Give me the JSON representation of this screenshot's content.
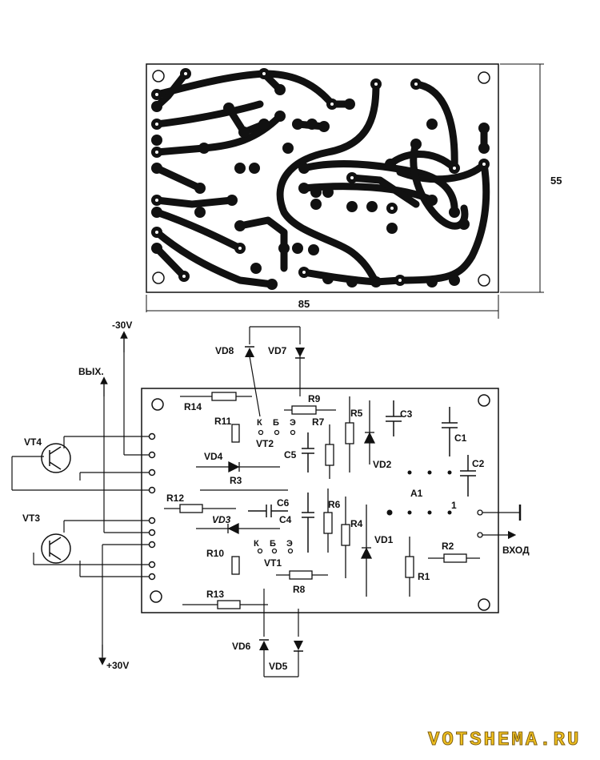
{
  "dimensions": {
    "width_label": "85",
    "height_label": "55"
  },
  "power": {
    "minus": "-30V",
    "plus": "+30V"
  },
  "io": {
    "output": "ВЫХ.",
    "input": "ВХОД"
  },
  "transistors": {
    "vt1": {
      "label": "VT1",
      "pins": [
        "К",
        "Б",
        "Э"
      ]
    },
    "vt2": {
      "label": "VT2",
      "pins": [
        "К",
        "Б",
        "Э"
      ]
    },
    "vt3": "VT3",
    "vt4": "VT4"
  },
  "resistors": {
    "r1": "R1",
    "r2": "R2",
    "r3": "R3",
    "r4": "R4",
    "r5": "R5",
    "r6": "R6",
    "r7": "R7",
    "r8": "R8",
    "r9": "R9",
    "r10": "R10",
    "r11": "R11",
    "r12": "R12",
    "r13": "R13",
    "r14": "R14"
  },
  "capacitors": {
    "c1": "C1",
    "c2": "C2",
    "c3": "C3",
    "c4": "C4",
    "c5": "C5",
    "c6": "C6"
  },
  "diodes": {
    "vd1": "VD1",
    "vd2": "VD2",
    "vd3": "VD3",
    "vd4": "VD4",
    "vd5": "VD5",
    "vd6": "VD6",
    "vd7": "VD7",
    "vd8": "VD8"
  },
  "ic": {
    "label": "A1",
    "pin1": "1"
  },
  "watermark": "VOTSHEMA.RU"
}
